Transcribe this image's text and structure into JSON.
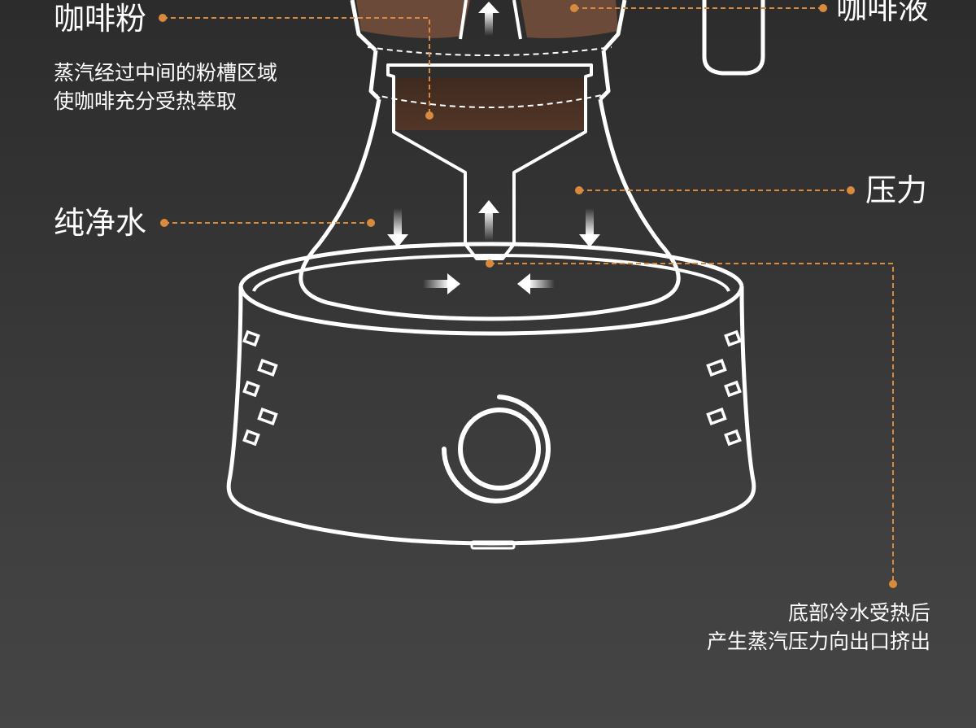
{
  "labels": {
    "coffee_powder": {
      "title": "咖啡粉",
      "desc_line1": "蒸汽经过中间的粉槽区域",
      "desc_line2": "使咖啡充分受热萃取"
    },
    "coffee_liquid": {
      "title": "咖啡液"
    },
    "pressure": {
      "title": "压力"
    },
    "pure_water": {
      "title": "纯净水"
    },
    "bottom_note": {
      "line1": "底部冷水受热后",
      "line2": "产生蒸汽压力向出口挤出"
    }
  },
  "colors": {
    "accent": "#d98a3d",
    "outline": "#ffffff",
    "coffee_light": "#6b4a3a",
    "coffee_dark": "#4a3025",
    "background_top": "#2c2c2c",
    "background_bottom": "#454545"
  },
  "icons": {
    "flow_arrows": "arrow-icon",
    "power_button": "power-icon"
  }
}
